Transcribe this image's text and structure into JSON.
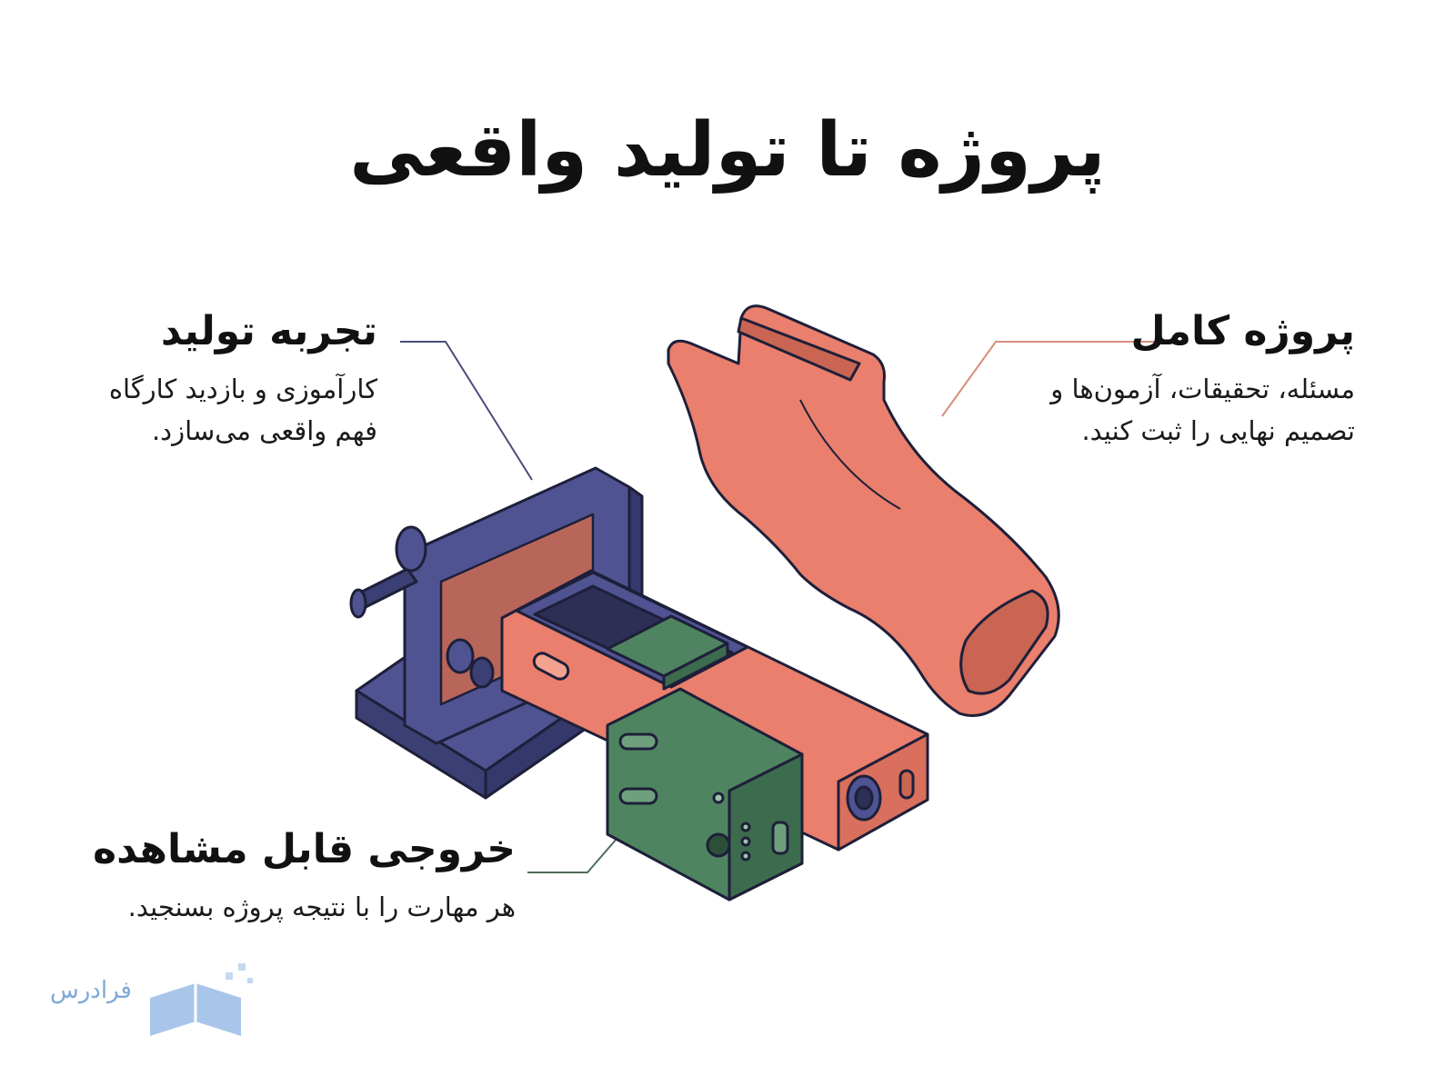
{
  "title": "پروژه تا تولید واقعی",
  "labels": {
    "production": {
      "title": "تجربه تولید",
      "desc_line1": "کارآموزی و بازدید کارگاه",
      "desc_line2": "فهم واقعی می‌سازد."
    },
    "project": {
      "title": "پروژه کامل",
      "desc_line1": "مسئله، تحقیقات، آزمون‌ها و",
      "desc_line2": "تصمیم نهایی را ثبت کنید."
    },
    "output": {
      "title": "خروجی قابل مشاهده",
      "desc_line1": "هر مهارت را با نتیجه پروژه بسنجید."
    }
  },
  "logo": {
    "text": "فرادرس"
  },
  "colors": {
    "navy": "#4f5392",
    "salmon": "#e97f6c",
    "salmon_dark": "#c96552",
    "green": "#4f8460",
    "line_navy": "#4a4d78",
    "line_salmon": "#d98c7c",
    "line_green": "#4d6e58",
    "logo_blue": "#a9c6ea"
  }
}
